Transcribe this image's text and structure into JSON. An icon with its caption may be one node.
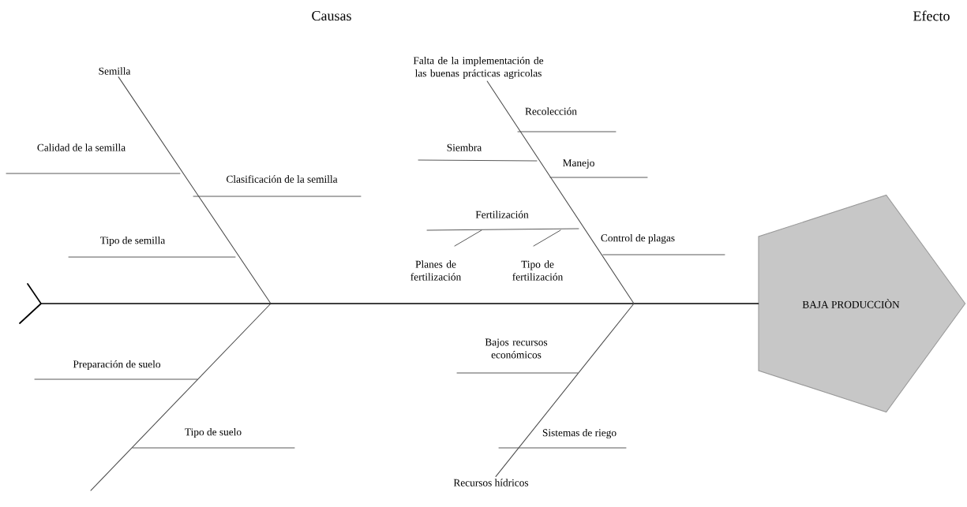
{
  "diagram": {
    "nodes": [
      {
        "text": [
          "Semilla"
        ]
      },
      {
        "text": [
          "Falta de la implementación de las buenas prácticas agricolas"
        ]
      },
      {
        "text": [
          "Recursos hídricos"
        ]
      },
      {
        "text": [
          "BAJA PRODUCCIÒN"
        ]
      }
    ],
    "edges": [
      {
        "from": null,
        "to": 3,
        "arrow": "other"
      },
      {
        "from": 0,
        "to": null,
        "arrow": "none"
      },
      {
        "from": 1,
        "to": null,
        "arrow": "none"
      },
      {
        "from": 2,
        "to": null,
        "arrow": "none"
      }
    ],
    "labels": [
      "Causas",
      "Efecto",
      "Calidad de la semilla",
      "Clasificación de la semilla",
      "Tipo de semilla",
      "Preparación de suelo",
      "Tipo de suelo",
      "Recolección",
      "Siembra",
      "Manejo",
      "Fertilización",
      "Planes de fertilización",
      "Tipo de fertilización",
      "Control de plagas",
      "Bajos recursos económicos",
      "Sistemas de riego"
    ]
  }
}
